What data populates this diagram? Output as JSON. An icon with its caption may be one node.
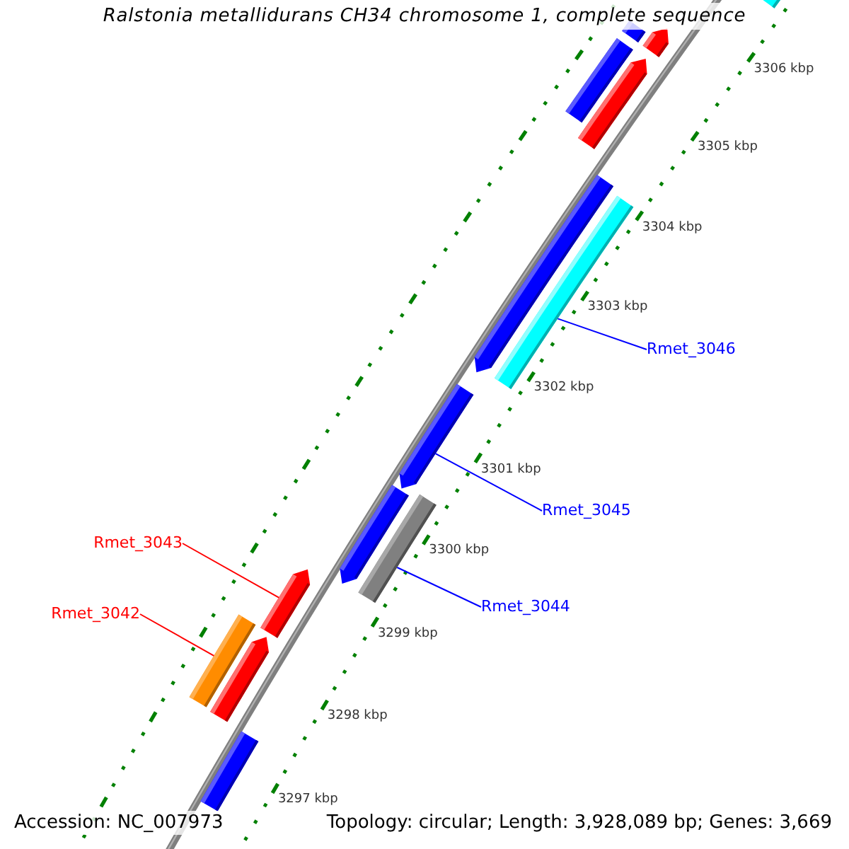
{
  "diagram": {
    "title": "Ralstonia metallidurans CH34 chromosome 1, complete sequence",
    "nodes": [
      {
        "text": [
          "Rmet_3046"
        ]
      },
      {
        "text": [
          "Rmet_3045"
        ]
      },
      {
        "text": [
          "Rmet_3043"
        ]
      },
      {
        "text": [
          "Rmet_3044"
        ]
      },
      {
        "text": [
          "Rmet_3042"
        ]
      },
      {
        "text": [],
        "shape": "bar"
      },
      {
        "text": [],
        "shape": "bar"
      },
      {
        "text": [],
        "shape": "arrow"
      },
      {
        "text": [],
        "shape": "bar"
      },
      {
        "text": [],
        "shape": "arrow"
      },
      {
        "text": [],
        "shape": "arrow"
      },
      {
        "text": [],
        "shape": "bar"
      },
      {
        "text": [],
        "shape": "arrow"
      },
      {
        "text": [],
        "shape": "arrow"
      },
      {
        "text": [],
        "shape": "bar"
      },
      {
        "text": [],
        "shape": "arrow"
      },
      {
        "text": [],
        "shape": "bar"
      },
      {
        "text": [],
        "shape": "arrow"
      },
      {
        "text": [],
        "shape": "bar"
      }
    ],
    "edges": [
      {
        "from": 0,
        "to": 11,
        "arrow": "none"
      },
      {
        "from": 1,
        "to": 12,
        "arrow": "none"
      },
      {
        "from": 2,
        "to": 15,
        "arrow": "none",
        "color": "#ff0000"
      },
      {
        "from": 3,
        "to": 14,
        "arrow": "none"
      },
      {
        "from": 4,
        "to": 16,
        "arrow": "none",
        "color": "#ff0000"
      }
    ],
    "labels": [
      "3306 kbp",
      "3305 kbp",
      "3304 kbp",
      "3303 kbp",
      "3302 kbp",
      "3301 kbp",
      "3300 kbp",
      "3299 kbp",
      "3298 kbp",
      "3297 kbp",
      "Accession: NC_007973",
      "Topology: circular; Length: 3,928,089 bp; Genes: 3,669"
    ]
  }
}
